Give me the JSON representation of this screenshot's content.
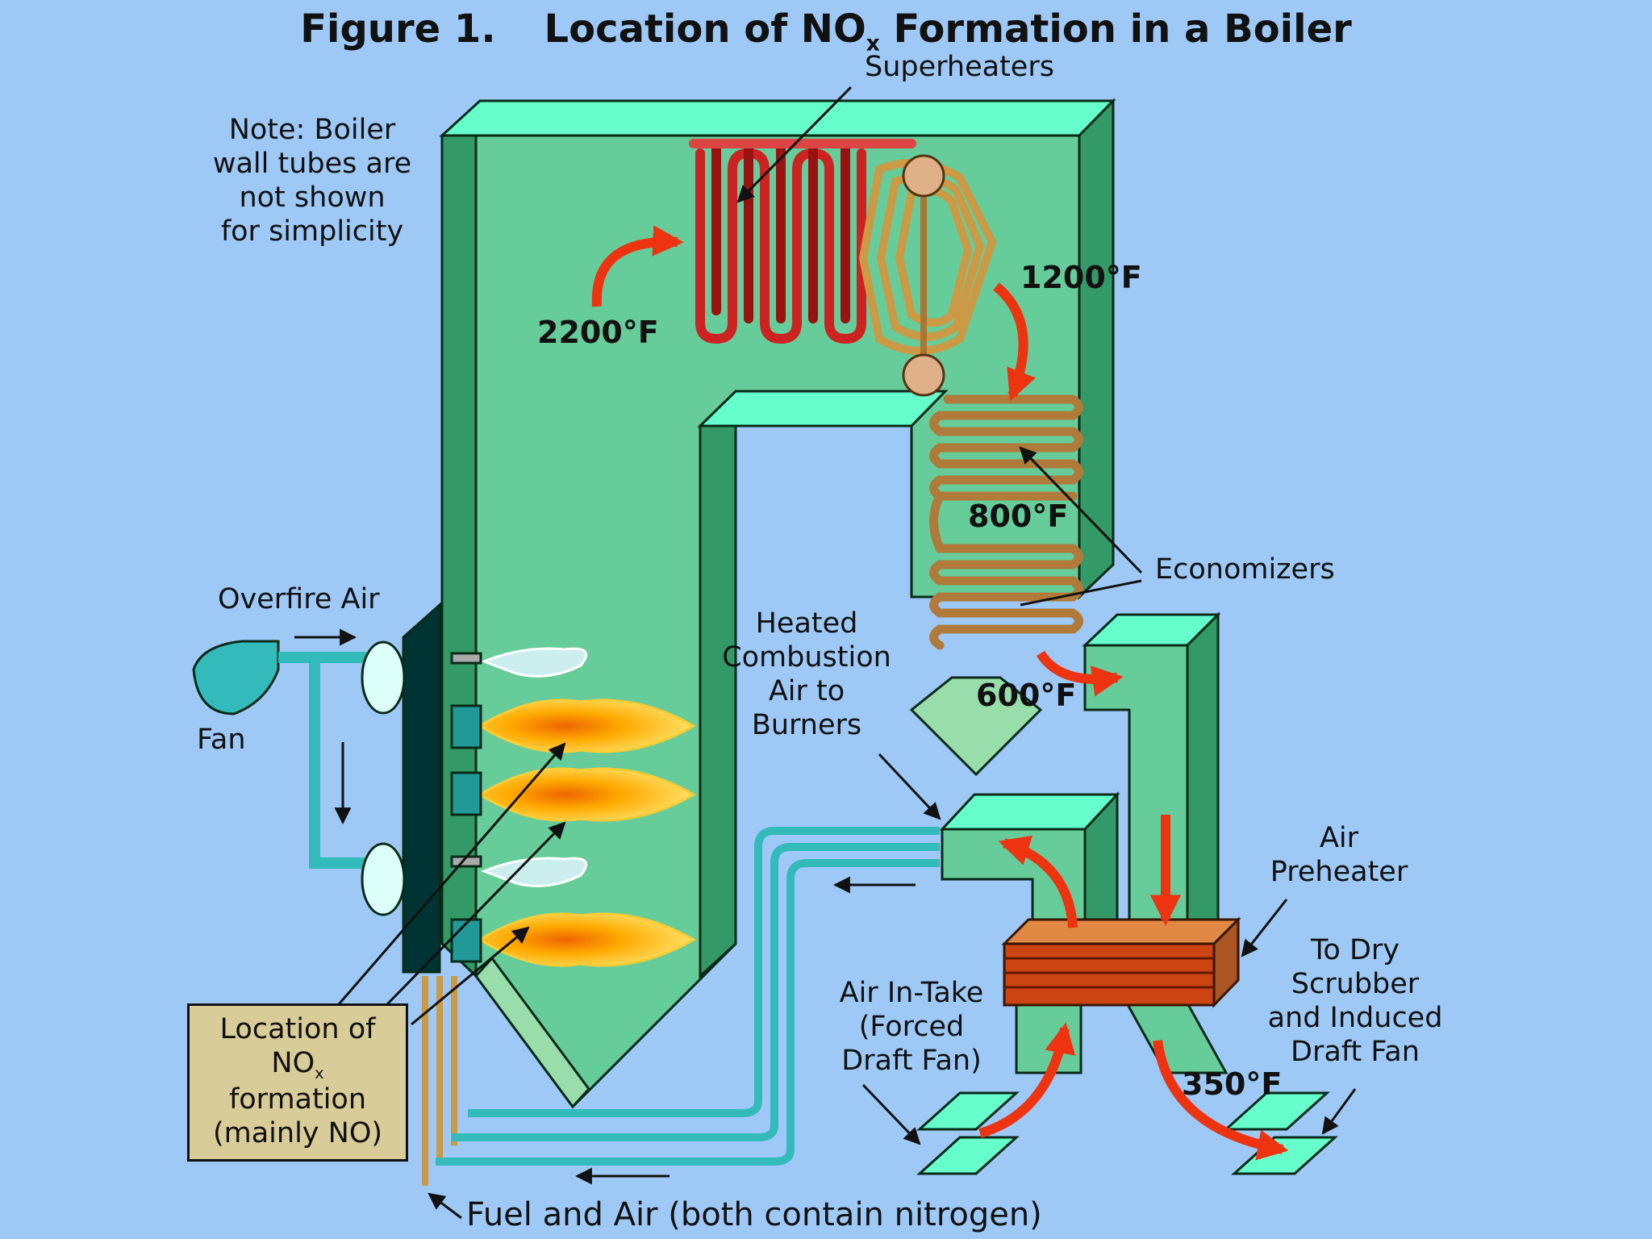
{
  "title": {
    "figure": "Figure 1.",
    "text_before": "Location of NO",
    "subscript": "x",
    "text_after": " Formation in a Boiler"
  },
  "labels": {
    "superheaters": "Superheaters",
    "note_line1": "Note:  Boiler",
    "note_line2": "wall tubes are",
    "note_line3": "not shown",
    "note_line4": "for simplicity",
    "overfire_air": "Overfire Air",
    "fan": "Fan",
    "heated_line1": "Heated",
    "heated_line2": "Combustion",
    "heated_line3": "Air to",
    "heated_line4": "Burners",
    "economizers": "Economizers",
    "air_preheater_line1": "Air",
    "air_preheater_line2": "Preheater",
    "dry_line1": "To Dry",
    "dry_line2": "Scrubber",
    "dry_line3": "and Induced",
    "dry_line4": "Draft Fan",
    "intake_line1": "Air In-Take",
    "intake_line2": "(Forced",
    "intake_line3": "Draft Fan)",
    "fuel_air": "Fuel and Air (both contain nitrogen)",
    "nox_line1": "Location of",
    "nox_line2_base": "NO",
    "nox_line2_sub": "x",
    "nox_line3": "formation",
    "nox_line4": "(mainly NO)"
  },
  "temperatures": {
    "t2200": "2200°F",
    "t1200": "1200°F",
    "t800": "800°F",
    "t600": "600°F",
    "t350": "350°F"
  },
  "colors": {
    "background": "#9ec9f7",
    "wall_face": "#66cc99",
    "wall_top": "#66ffcc",
    "wall_side": "#339966",
    "superheater_red": "#cc2222",
    "superheater_gold": "#cc9944",
    "economizer": "#b07a3a",
    "flue_arrow": "#ee3311",
    "duct": "#33bbbb",
    "flame": "#ffaa00",
    "label_box": "#d8cc99"
  }
}
